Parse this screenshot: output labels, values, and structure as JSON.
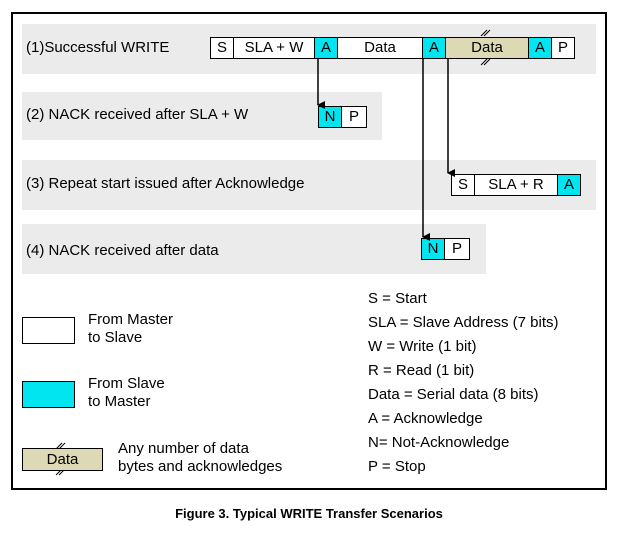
{
  "scenarios": {
    "s1": {
      "label": "(1)Successful WRITE",
      "cells": [
        "S",
        "SLA + W",
        "A",
        "Data",
        "A",
        "Data",
        "A",
        "P"
      ]
    },
    "s2": {
      "label": "(2) NACK received after SLA + W",
      "cells": [
        "N",
        "P"
      ]
    },
    "s3": {
      "label": "(3) Repeat start issued after Acknowledge",
      "cells": [
        "S",
        "SLA + R",
        "A"
      ]
    },
    "s4": {
      "label": "(4) NACK received after data",
      "cells": [
        "N",
        "P"
      ]
    }
  },
  "legend": {
    "master": "From Master\nto Slave",
    "slave": "From Slave\nto Master",
    "data_box": "Data",
    "data_text": "Any number of data\nbytes and acknowledges"
  },
  "abbreviations": [
    "S = Start",
    "SLA = Slave Address (7 bits)",
    "W = Write (1 bit)",
    "R = Read (1 bit)",
    "Data = Serial data (8 bits)",
    "A = Acknowledge",
    "N= Not-Acknowledge",
    "P = Stop"
  ],
  "caption": "Figure 3. Typical WRITE Transfer Scenarios",
  "colors": {
    "slave_to_master": "#00e5f0",
    "master_to_slave": "#ffffff",
    "data_repeat": "#ddd9b4",
    "band": "#ebebeb"
  }
}
